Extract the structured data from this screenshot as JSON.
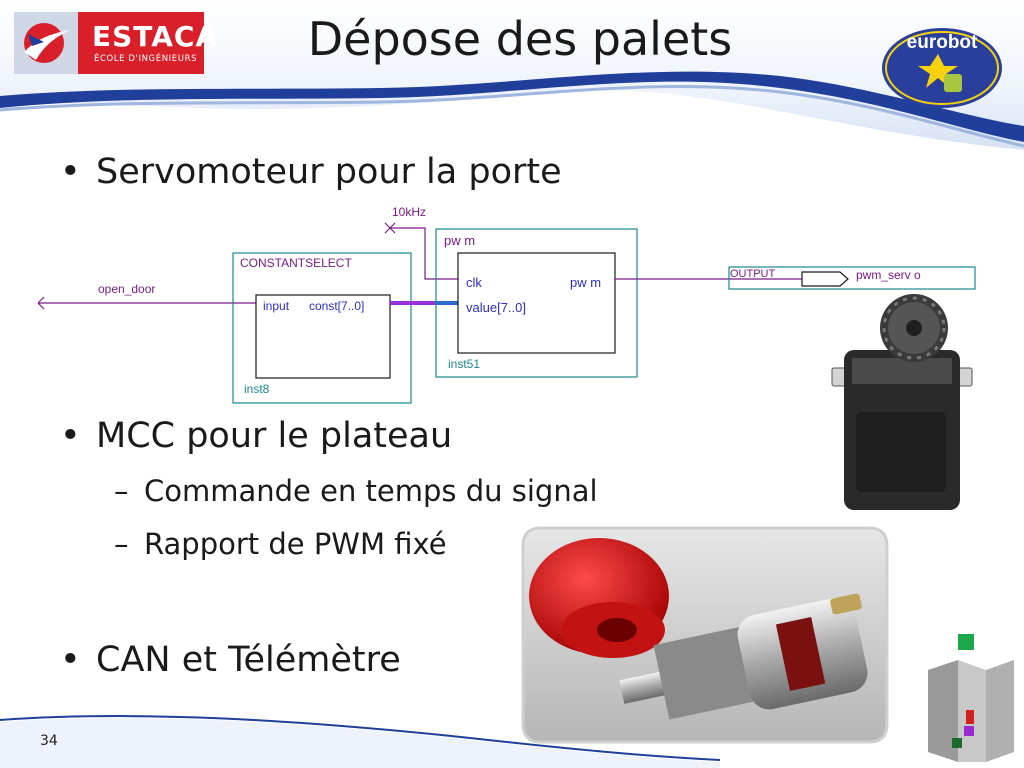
{
  "slide": {
    "title": "Dépose des palets",
    "page_number": "34"
  },
  "logos": {
    "left": {
      "name": "ESTACA",
      "subtitle": "ÉCOLE D'INGÉNIEURS"
    },
    "right": {
      "name": "eurobot"
    }
  },
  "bullets": [
    {
      "text": "Servomoteur pour la porte"
    },
    {
      "text": "MCC pour le plateau",
      "sub": [
        "Commande en temps du signal",
        "Rapport de PWM fixé"
      ]
    },
    {
      "text": "CAN et Télémètre"
    }
  ],
  "bullet_glyph": "•",
  "dash_glyph": "–",
  "schematic": {
    "clock_label": "10kHz",
    "input_pin": "open_door",
    "block1": {
      "title": "CONSTANTSELECT",
      "port_in": "input",
      "port_out": "const[7..0]",
      "instance": "inst8"
    },
    "block2": {
      "title": "pw m",
      "port_clk": "clk",
      "port_value": "value[7..0]",
      "port_out": "pw m",
      "instance": "inst51"
    },
    "output": {
      "type": "OUTPUT",
      "pin": "pwm_serv o"
    }
  },
  "colors": {
    "title_text": "#1a1a1a",
    "header_blue": "#1f3f9a",
    "header_light": "#d6e2f3",
    "estaca_red": "#d81f2a",
    "schematic_border": "#1c8a8c",
    "wire_purple": "#7a1c86",
    "wire_blue": "#2c6ccc"
  }
}
